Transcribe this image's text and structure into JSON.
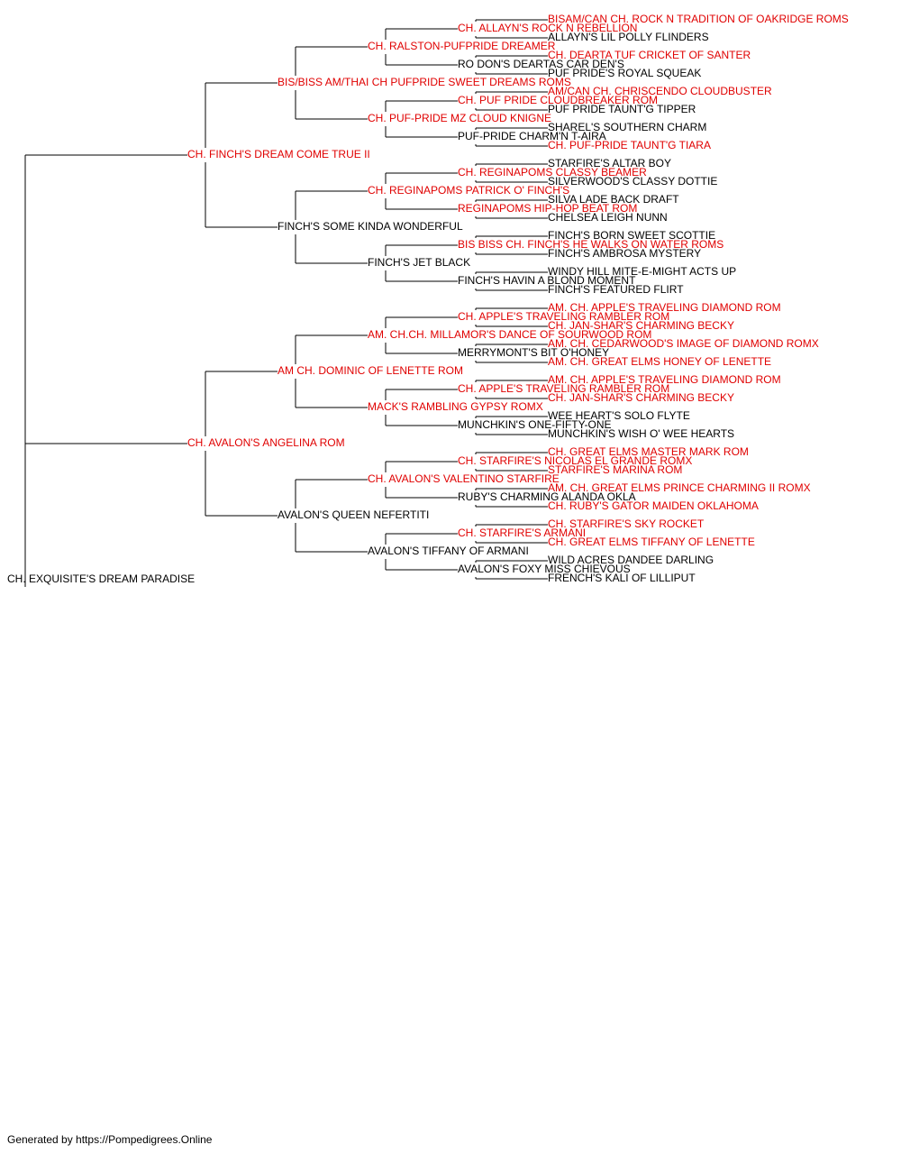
{
  "colors": {
    "champion": "#e00000",
    "normal": "#000000",
    "connector": "#000000"
  },
  "footer": "Generated by https://Pompedigrees.Online",
  "pedigree": {
    "name": "CH. EXQUISITE'S DREAM PARADISE",
    "champion": false,
    "sire": {
      "name": "CH. FINCH'S DREAM COME TRUE II",
      "champion": true,
      "sire": {
        "name": "BIS/BISS AM/THAI CH PUFPRIDE SWEET DREAMS ROMS",
        "champion": true,
        "sire": {
          "name": "CH. RALSTON-PUFPRIDE DREAMER",
          "champion": true,
          "sire": {
            "name": "CH. ALLAYN'S ROCK N REBELLION",
            "champion": true,
            "sire": {
              "name": "BISAM/CAN CH. ROCK N TRADITION OF OAKRIDGE ROMS",
              "champion": true
            },
            "dam": {
              "name": "ALLAYN'S LIL POLLY FLINDERS",
              "champion": false
            }
          },
          "dam": {
            "name": "RO DON'S DEARTAS CAR DEN'S",
            "champion": false,
            "sire": {
              "name": "CH. DEARTA TUF CRICKET OF SANTER",
              "champion": true
            },
            "dam": {
              "name": "PUF PRIDE'S ROYAL SQUEAK",
              "champion": false
            }
          }
        },
        "dam": {
          "name": "CH. PUF-PRIDE MZ CLOUD KNIGNE",
          "champion": true,
          "sire": {
            "name": "CH. PUF PRIDE CLOUDBREAKER ROM",
            "champion": true,
            "sire": {
              "name": "AM/CAN CH. CHRISCENDO CLOUDBUSTER",
              "champion": true
            },
            "dam": {
              "name": "PUF PRIDE TAUNT'G TIPPER",
              "champion": false
            }
          },
          "dam": {
            "name": "PUF-PRIDE CHARM'N T-AIRA",
            "champion": false,
            "sire": {
              "name": "SHAREL'S SOUTHERN CHARM",
              "champion": false
            },
            "dam": {
              "name": "CH. PUF-PRIDE TAUNT'G TIARA",
              "champion": true
            }
          }
        }
      },
      "dam": {
        "name": "FINCH'S SOME KINDA WONDERFUL",
        "champion": false,
        "sire": {
          "name": "CH. REGINAPOMS PATRICK O' FINCH'S",
          "champion": true,
          "sire": {
            "name": "CH. REGINAPOMS CLASSY BEAMER",
            "champion": true,
            "sire": {
              "name": "STARFIRE'S ALTAR BOY",
              "champion": false
            },
            "dam": {
              "name": "SILVERWOOD'S CLASSY DOTTIE",
              "champion": false
            }
          },
          "dam": {
            "name": "REGINAPOMS HIP-HOP BEAT ROM",
            "champion": true,
            "sire": {
              "name": "SILVA LADE BACK DRAFT",
              "champion": false
            },
            "dam": {
              "name": "CHELSEA LEIGH NUNN",
              "champion": false
            }
          }
        },
        "dam": {
          "name": "FINCH'S JET BLACK",
          "champion": false,
          "sire": {
            "name": "BIS BISS CH. FINCH'S HE WALKS ON WATER ROMS",
            "champion": true,
            "sire": {
              "name": "FINCH'S BORN SWEET SCOTTIE",
              "champion": false
            },
            "dam": {
              "name": "FINCH'S AMBROSA MYSTERY",
              "champion": false
            }
          },
          "dam": {
            "name": "FINCH'S HAVIN A BLOND MOMENT",
            "champion": false,
            "sire": {
              "name": "WINDY HILL MITE-E-MIGHT ACTS UP",
              "champion": false
            },
            "dam": {
              "name": "FINCH'S FEATURED FLIRT",
              "champion": false
            }
          }
        }
      }
    },
    "dam": {
      "name": "CH. AVALON'S ANGELINA ROM",
      "champion": true,
      "sire": {
        "name": "AM CH. DOMINIC OF LENETTE ROM",
        "champion": true,
        "sire": {
          "name": "AM. CH.CH. MILLAMOR'S DANCE OF SOURWOOD ROM",
          "champion": true,
          "sire": {
            "name": "CH. APPLE'S TRAVELING RAMBLER ROM",
            "champion": true,
            "sire": {
              "name": "AM. CH. APPLE'S TRAVELING DIAMOND ROM",
              "champion": true
            },
            "dam": {
              "name": "CH. JAN-SHAR'S CHARMING BECKY",
              "champion": true
            }
          },
          "dam": {
            "name": "MERRYMONT'S BIT O'HONEY",
            "champion": false,
            "sire": {
              "name": "AM. CH. CEDARWOOD'S IMAGE OF DIAMOND ROMX",
              "champion": true
            },
            "dam": {
              "name": "AM. CH. GREAT ELMS HONEY OF LENETTE",
              "champion": true
            }
          }
        },
        "dam": {
          "name": "MACK'S RAMBLING GYPSY ROMX",
          "champion": true,
          "sire": {
            "name": "CH. APPLE'S TRAVELING RAMBLER ROM",
            "champion": true,
            "sire": {
              "name": "AM. CH. APPLE'S TRAVELING DIAMOND ROM",
              "champion": true
            },
            "dam": {
              "name": "CH. JAN-SHAR'S CHARMING BECKY",
              "champion": true
            }
          },
          "dam": {
            "name": "MUNCHKIN'S ONE-FIFTY-ONE",
            "champion": false,
            "sire": {
              "name": "WEE HEART'S SOLO FLYTE",
              "champion": false
            },
            "dam": {
              "name": "MUNCHKIN'S WISH O' WEE HEARTS",
              "champion": false
            }
          }
        }
      },
      "dam": {
        "name": "AVALON'S QUEEN NEFERTITI",
        "champion": false,
        "sire": {
          "name": "CH. AVALON'S VALENTINO STARFIRE",
          "champion": true,
          "sire": {
            "name": "CH. STARFIRE'S NICOLAS EL GRANDE ROMX",
            "champion": true,
            "sire": {
              "name": "CH. GREAT ELMS MASTER MARK ROM",
              "champion": true
            },
            "dam": {
              "name": "STARFIRE'S MARINA ROM",
              "champion": true
            }
          },
          "dam": {
            "name": "RUBY'S CHARMING ALANDA OKLA",
            "champion": false,
            "sire": {
              "name": "AM. CH. GREAT ELMS PRINCE CHARMING II ROMX",
              "champion": true
            },
            "dam": {
              "name": "CH. RUBY'S GATOR MAIDEN OKLAHOMA",
              "champion": true
            }
          }
        },
        "dam": {
          "name": "AVALON'S TIFFANY OF ARMANI",
          "champion": false,
          "sire": {
            "name": "CH. STARFIRE'S ARMANI",
            "champion": true,
            "sire": {
              "name": "CH. STARFIRE'S SKY ROCKET",
              "champion": true
            },
            "dam": {
              "name": "CH. GREAT ELMS TIFFANY OF LENETTE",
              "champion": true
            }
          },
          "dam": {
            "name": "AVALON'S FOXY MISS CHIEVOUS",
            "champion": false,
            "sire": {
              "name": "WILD ACRES DANDEE DARLING",
              "champion": false
            },
            "dam": {
              "name": "FRENCH'S KALI OF LILLIPUT",
              "champion": false
            }
          }
        }
      }
    }
  }
}
